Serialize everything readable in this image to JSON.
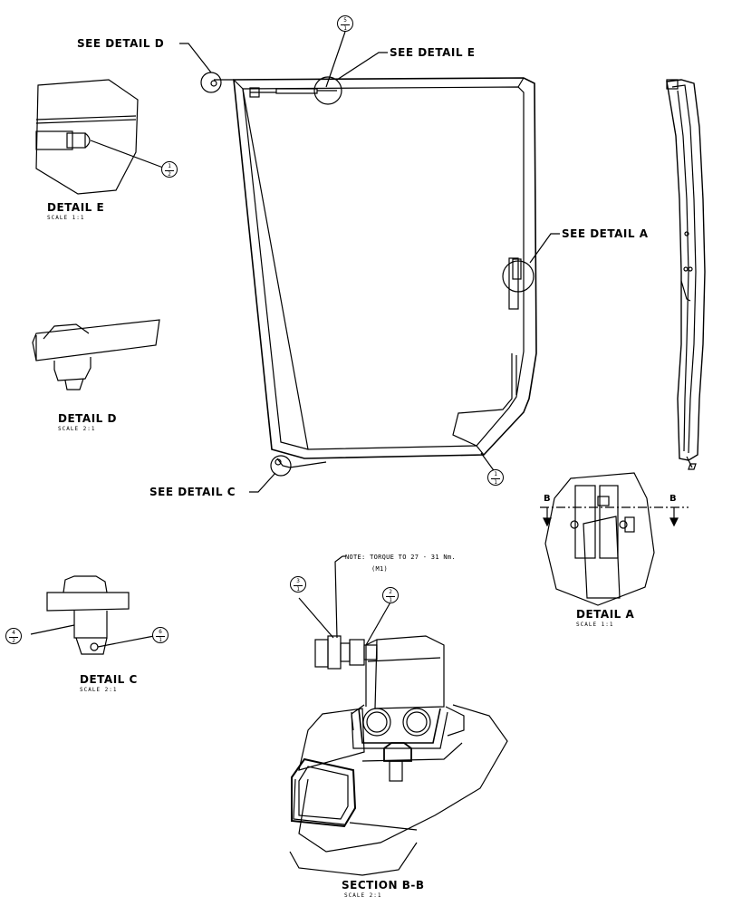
{
  "callouts": {
    "see_detail_d": "SEE DETAIL  D",
    "see_detail_e": "SEE DETAIL  E",
    "see_detail_a": "SEE DETAIL  A",
    "see_detail_c": "SEE DETAIL  C"
  },
  "details": {
    "e": {
      "title": "DETAIL  E",
      "scale": "SCALE 1:1"
    },
    "d": {
      "title": "DETAIL  D",
      "scale": "SCALE 2:1"
    },
    "c": {
      "title": "DETAIL  C",
      "scale": "SCALE 2:1"
    },
    "a": {
      "title": "DETAIL  A",
      "scale": "SCALE 1:1"
    },
    "bb": {
      "title": "SECTION  B-B",
      "scale": "SCALE 2:1"
    }
  },
  "note": {
    "line1": "NOTE: TORQUE TO 27 - 31 Nm.",
    "line2": "(M1)"
  },
  "section_marks": {
    "left": "B",
    "right": "B"
  },
  "balloons": [
    {
      "id": "balloon-5-1",
      "top": "5",
      "bottom": "1"
    },
    {
      "id": "balloon-1-2",
      "top": "1",
      "bottom": "2"
    },
    {
      "id": "balloon-1-1",
      "top": "1",
      "bottom": "1"
    },
    {
      "id": "balloon-4-2",
      "top": "4",
      "bottom": "2"
    },
    {
      "id": "balloon-6-1",
      "top": "6",
      "bottom": "1"
    },
    {
      "id": "balloon-3-1",
      "top": "3",
      "bottom": "1"
    },
    {
      "id": "balloon-2-1",
      "top": "2",
      "bottom": "1"
    }
  ]
}
